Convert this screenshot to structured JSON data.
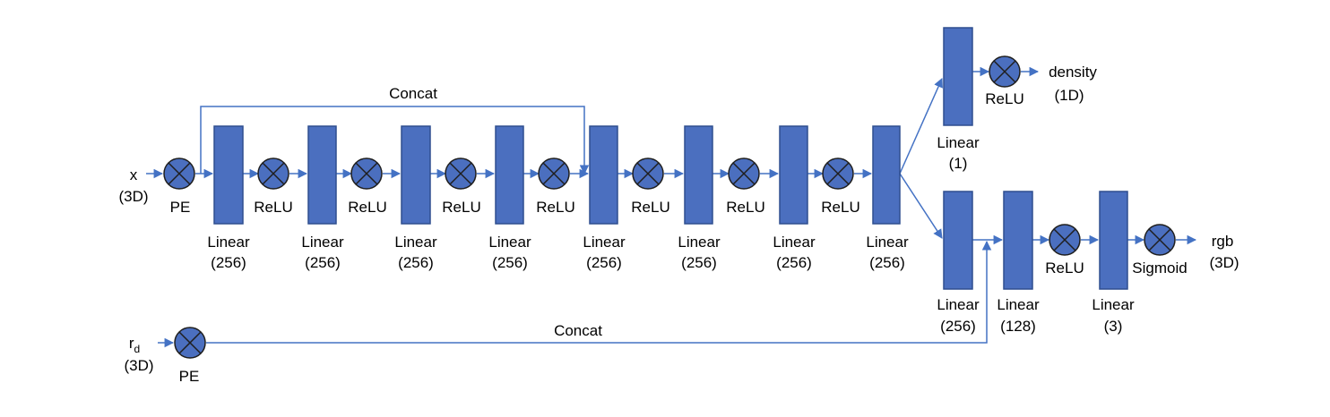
{
  "colors": {
    "block": "#4b6fbf",
    "wire": "#4472c4",
    "outline": "#1f1f1f"
  },
  "inputs": {
    "x": {
      "name": "x",
      "dim": "(3D)"
    },
    "rd": {
      "name": "r",
      "sub": "d",
      "dim": "(3D)"
    }
  },
  "ops": {
    "pe": "PE",
    "relu": "ReLU",
    "sigmoid": "Sigmoid"
  },
  "linear": "Linear",
  "concat": "Concat",
  "sizes": {
    "s256": "(256)",
    "s128": "(128)",
    "s3": "(3)",
    "s1": "(1)"
  },
  "outputs": {
    "density": {
      "name": "density",
      "dim": "(1D)"
    },
    "rgb": {
      "name": "rgb",
      "dim": "(3D)"
    }
  }
}
